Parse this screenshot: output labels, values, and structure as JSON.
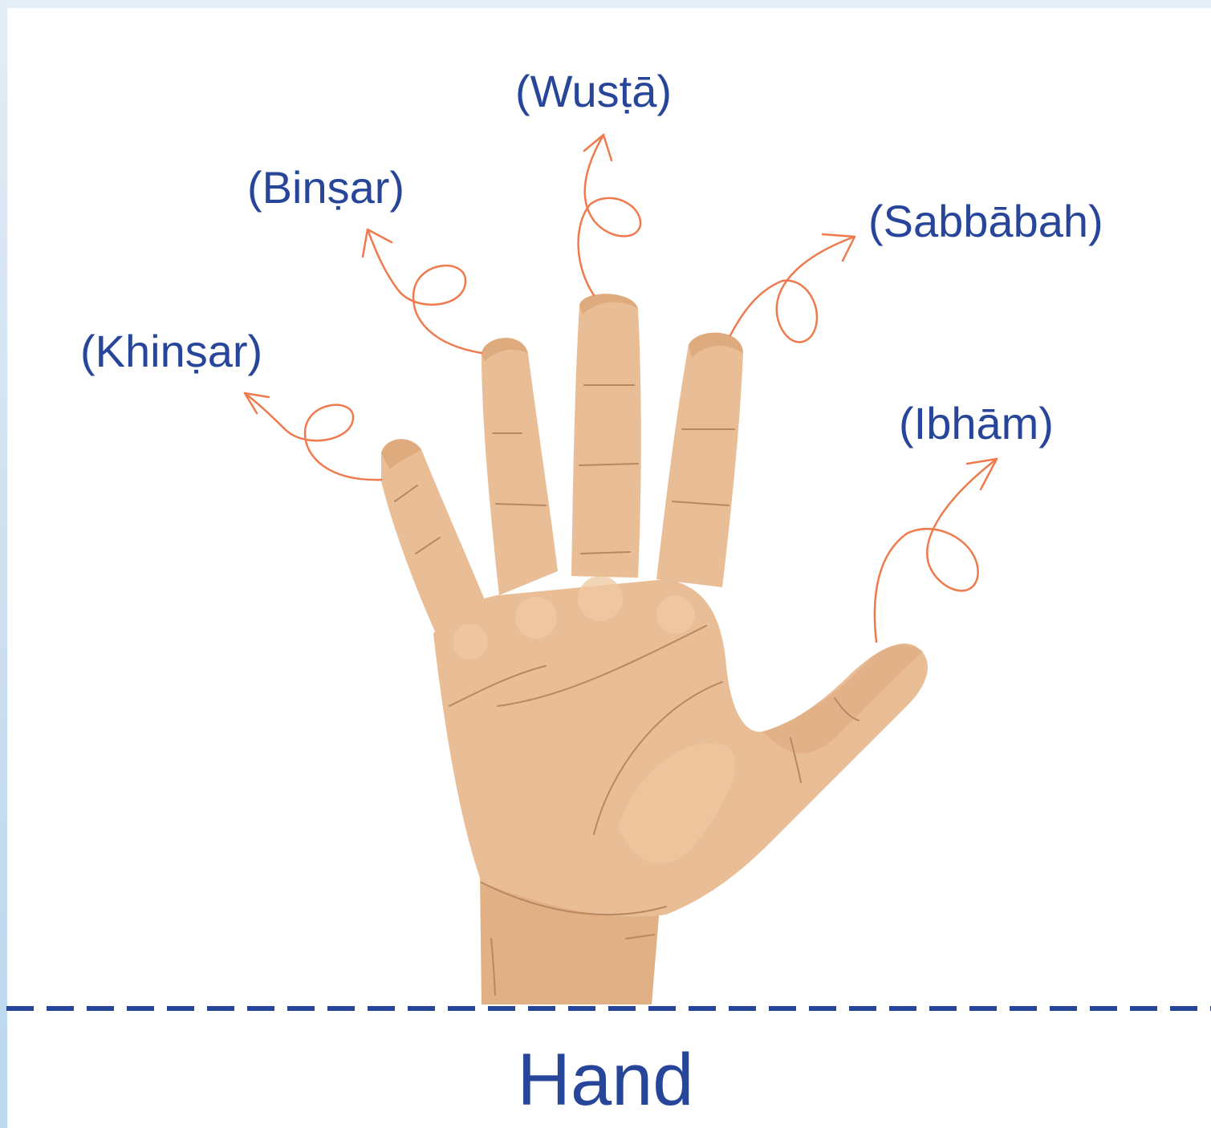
{
  "labels": {
    "wusta": "(Wusṭā)",
    "binsar": "(Binṣar)",
    "sabbabah": "(Sabbābah)",
    "khinsar": "(Khinṣar)",
    "ibham": "(Ibhām)"
  },
  "caption": "Hand",
  "colors": {
    "text": "#27469a",
    "arrow": "#ee7a4d",
    "skin": "#e9bd95",
    "skin_shadow": "#ddab80",
    "dashed_line": "#27469a"
  },
  "icons": {
    "hand": "open-palm-hand-illustration",
    "arrows": "curly-arrow"
  }
}
